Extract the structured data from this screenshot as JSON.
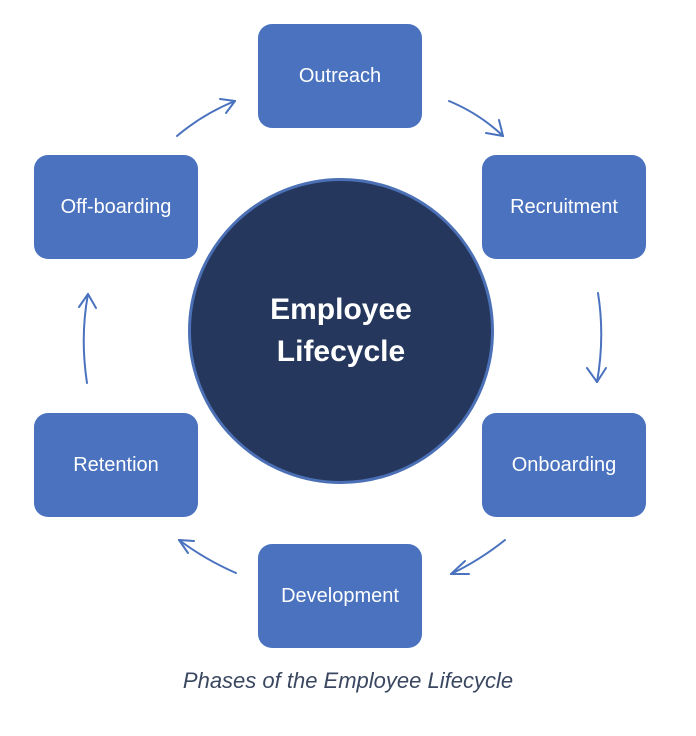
{
  "diagram": {
    "center": {
      "line1": "Employee",
      "line2": "Lifecycle"
    },
    "phases": [
      "Outreach",
      "Recruitment",
      "Onboarding",
      "Development",
      "Retention",
      "Off-boarding"
    ],
    "caption": "Phases of the Employee Lifecycle",
    "colors": {
      "phase_fill": "#4a72be",
      "hub_fill": "#25375d",
      "hub_border": "#4b70b5",
      "arrow": "#4a72be",
      "caption_text": "#3a4760"
    }
  }
}
